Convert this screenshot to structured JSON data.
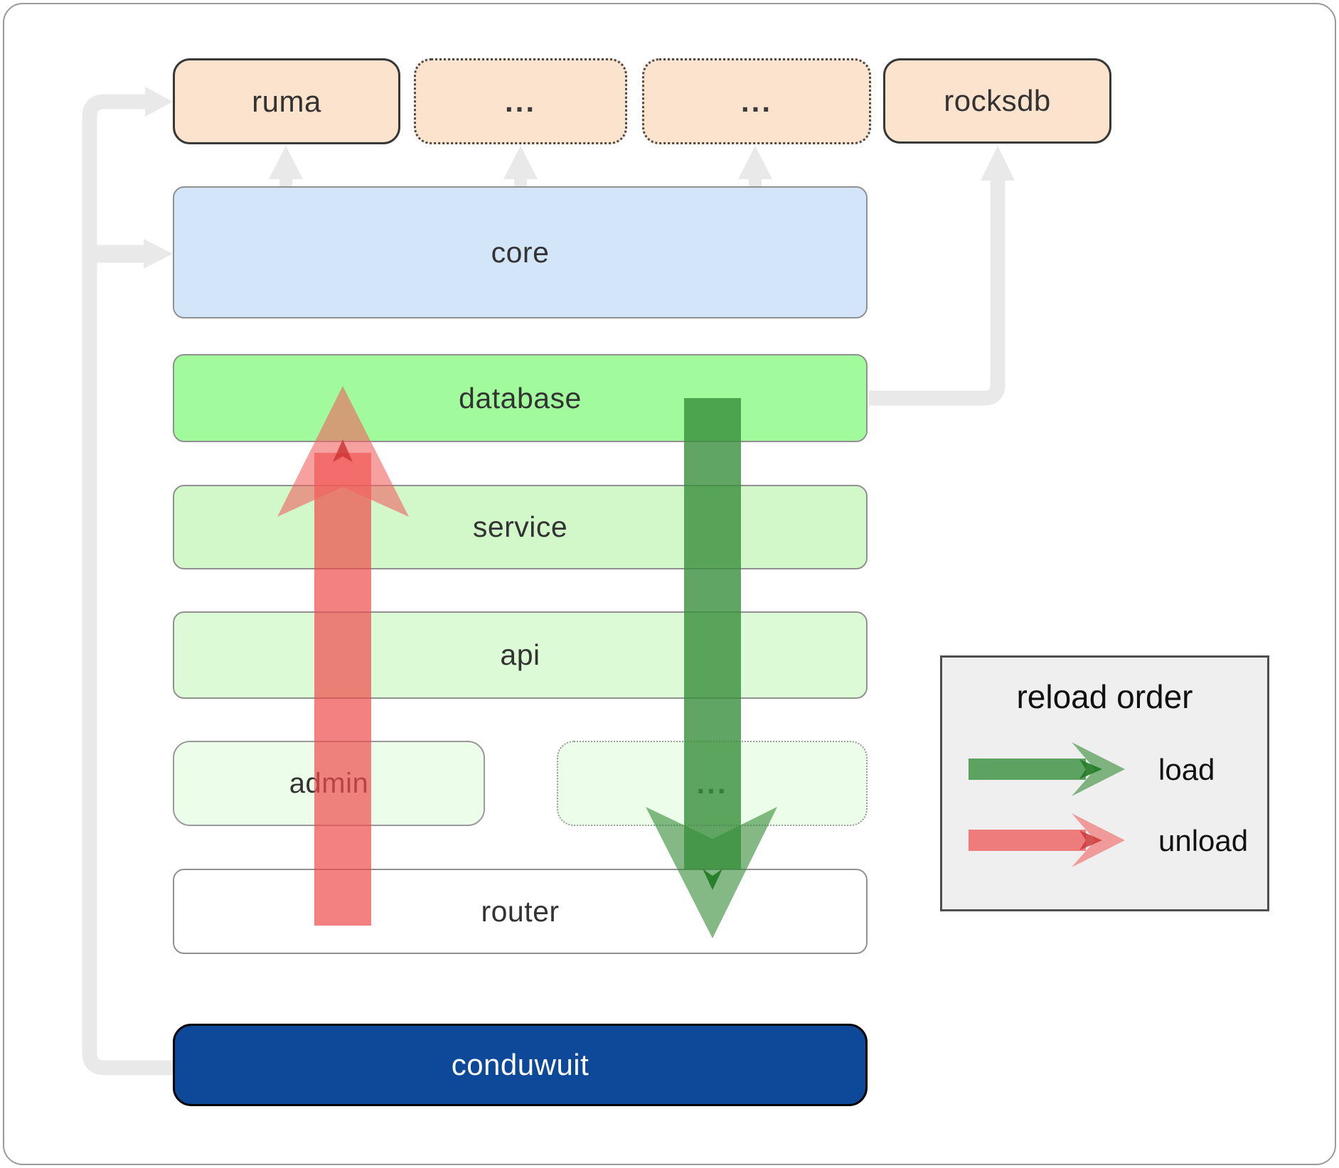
{
  "diagram": {
    "nodes": {
      "ruma": "ruma",
      "ellipsis1": "...",
      "ellipsis2": "...",
      "rocksdb": "rocksdb",
      "core": "core",
      "database": "database",
      "service": "service",
      "api": "api",
      "admin": "admin",
      "ellipsis3": "...",
      "router": "router",
      "conduwuit": "conduwuit"
    }
  },
  "legend": {
    "title": "reload order",
    "items": [
      {
        "label": "load"
      },
      {
        "label": "unload"
      }
    ]
  },
  "colors": {
    "load_shaft": "rgba(56,142,60,0.80)",
    "load_head": "rgba(56,142,60,0.62)",
    "load_marker": "#1e7a22",
    "unload_shaft": "rgba(240,75,75,0.70)",
    "unload_head": "rgba(242,96,96,0.60)",
    "unload_marker": "#cd3737",
    "connector": "#e9e9e9",
    "node_fills": {
      "ruma": "#fce3cd",
      "ellipsis1": "#fce3cd",
      "ellipsis2": "#fce3cd",
      "rocksdb": "#fce3cd",
      "core": "#d3e5f8",
      "database": "#a1fb9c",
      "service": "#d2f8ca",
      "api": "#ddfad6",
      "admin": "#ecfdea",
      "ellipsis3": "#ecfdea",
      "router": "#ffffff",
      "conduwuit": "#0e4899"
    }
  }
}
